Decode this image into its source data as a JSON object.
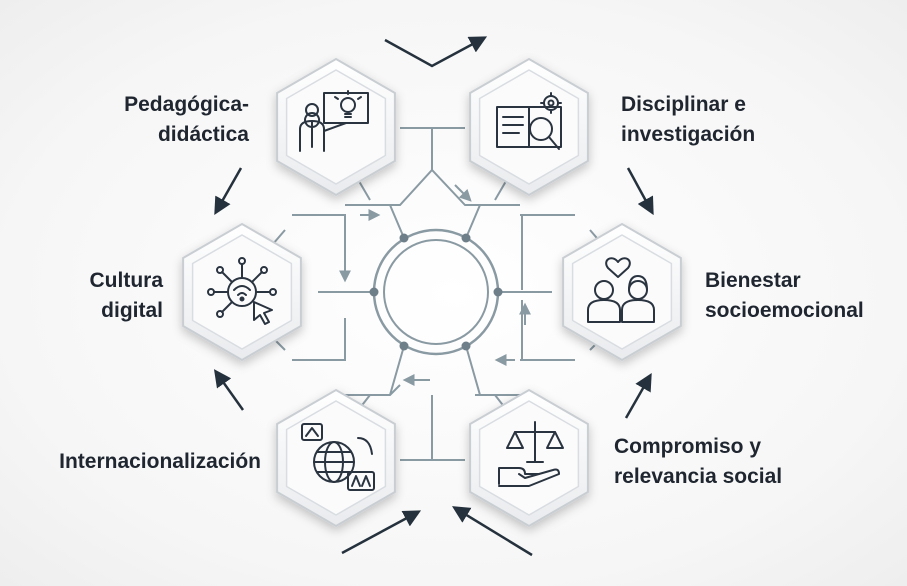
{
  "colors": {
    "text": "#1f2630",
    "connector": "#8a9aa3",
    "arrow": "#25323d",
    "icon": "#2a3440",
    "hex_face": "#f7f7f8",
    "hex_edge": "#c9ced3",
    "accent_heart": "#3b4650"
  },
  "nodes": [
    {
      "id": "pedagogica",
      "label_lines": [
        "Pedagógica-",
        "didáctica"
      ],
      "icon": "teacher-board-lightbulb-icon"
    },
    {
      "id": "disciplinar",
      "label_lines": [
        "Disciplinar e",
        "investigación"
      ],
      "icon": "book-magnifier-gear-icon"
    },
    {
      "id": "bienestar",
      "label_lines": [
        "Bienestar",
        "socioemocional"
      ],
      "icon": "two-people-heart-icon"
    },
    {
      "id": "compromiso",
      "label_lines": [
        "Compromiso y",
        "relevancia social"
      ],
      "icon": "hand-scales-icon"
    },
    {
      "id": "internacionalizacion",
      "label_lines": [
        "Internacionalización"
      ],
      "icon": "globe-translate-icon"
    },
    {
      "id": "cultura",
      "label_lines": [
        "Cultura",
        "digital"
      ],
      "icon": "network-wifi-cursor-icon"
    }
  ]
}
